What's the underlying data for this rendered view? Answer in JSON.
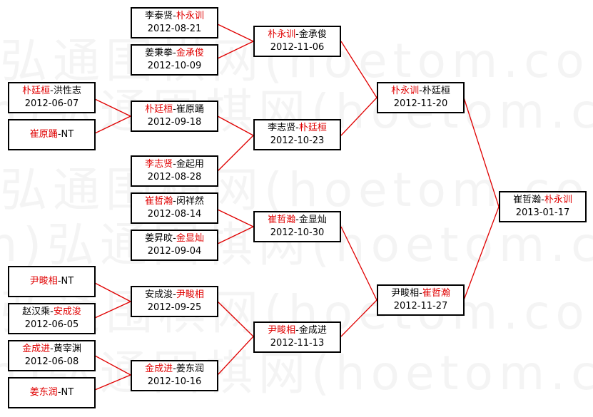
{
  "watermark": {
    "text_a": "弘通围棋网(hoetom.com)弘通围",
    "text_b": "m)弘通围棋网(hoetom.com)弘通"
  },
  "colors": {
    "winner": "#e00000",
    "line": "#e00000",
    "border": "#000000"
  },
  "bracket": {
    "r1_1": {
      "p1": "朴廷桓",
      "sep": "-",
      "p2": "洪性志",
      "date": "2012-06-07",
      "winner": "p1"
    },
    "r1_2": {
      "p1": "崔原踊",
      "sep": "-",
      "p2": "NT",
      "date": "",
      "winner": "p1"
    },
    "r1_3": {
      "p1": "尹畯相",
      "sep": "-",
      "p2": "NT",
      "date": "",
      "winner": "p1"
    },
    "r1_4": {
      "p1": "赵汉乘",
      "sep": "-",
      "p2": "安成浚",
      "date": "2012-06-05",
      "winner": "p2"
    },
    "r1_5": {
      "p1": "金成进",
      "sep": "-",
      "p2": "黄宰渊",
      "date": "2012-06-08",
      "winner": "p1"
    },
    "r1_6": {
      "p1": "姜东润",
      "sep": "-",
      "p2": "NT",
      "date": "",
      "winner": "p1"
    },
    "r2_1": {
      "p1": "李泰贤",
      "sep": "-",
      "p2": "朴永训",
      "date": "2012-08-21",
      "winner": "p2"
    },
    "r2_2": {
      "p1": "姜秉拳",
      "sep": "-",
      "p2": "金承俊",
      "date": "2012-10-09",
      "winner": "p2"
    },
    "r2_3": {
      "p1": "朴廷桓",
      "sep": "-",
      "p2": "崔原踊",
      "date": "2012-09-18",
      "winner": "p1"
    },
    "r2_4": {
      "p1": "李志贤",
      "sep": "-",
      "p2": "金起用",
      "date": "2012-08-28",
      "winner": "p1"
    },
    "r2_5": {
      "p1": "崔哲瀚",
      "sep": "-",
      "p2": "闵祥然",
      "date": "2012-08-14",
      "winner": "p1"
    },
    "r2_6": {
      "p1": "姜昇旼",
      "sep": "-",
      "p2": "金显灿",
      "date": "2012-09-04",
      "winner": "p2"
    },
    "r2_7": {
      "p1": "安成浚",
      "sep": "-",
      "p2": "尹畯相",
      "date": "2012-09-25",
      "winner": "p2"
    },
    "r2_8": {
      "p1": "金成进",
      "sep": "-",
      "p2": "姜东润",
      "date": "2012-10-16",
      "winner": "p1"
    },
    "r3_1": {
      "p1": "朴永训",
      "sep": "-",
      "p2": "金承俊",
      "date": "2012-11-06",
      "winner": "p1"
    },
    "r3_2": {
      "p1": "李志贤",
      "sep": "-",
      "p2": "朴廷桓",
      "date": "2012-10-23",
      "winner": "p2"
    },
    "r3_3": {
      "p1": "崔哲瀚",
      "sep": "-",
      "p2": "金显灿",
      "date": "2012-10-30",
      "winner": "p1"
    },
    "r3_4": {
      "p1": "尹畯相",
      "sep": "-",
      "p2": "金成进",
      "date": "2012-11-13",
      "winner": "p1"
    },
    "r4_1": {
      "p1": "朴永训",
      "sep": "-",
      "p2": "朴廷桓",
      "date": "2012-11-20",
      "winner": "p1"
    },
    "r4_2": {
      "p1": "尹畯相",
      "sep": "-",
      "p2": "崔哲瀚",
      "date": "2012-11-27",
      "winner": "p2"
    },
    "final": {
      "p1": "崔哲瀚",
      "sep": "-",
      "p2": "朴永训",
      "date": "2013-01-17",
      "winner": "p2"
    }
  }
}
